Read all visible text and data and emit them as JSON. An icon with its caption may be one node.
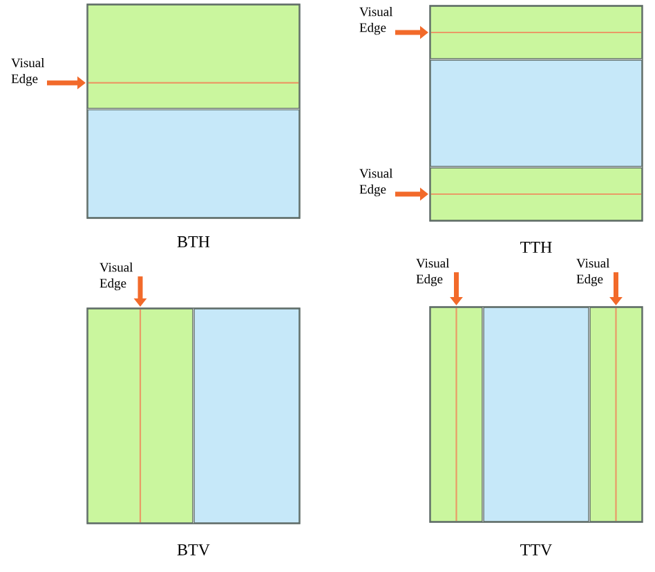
{
  "diagram": {
    "nodes": [
      {
        "text": [
          "Visual Edge"
        ]
      },
      {
        "text": [
          "BTH"
        ]
      },
      {
        "text": [],
        "shape": "box",
        "in": 1
      },
      {
        "text": [],
        "shape": "line",
        "in": 2
      },
      {
        "text": [],
        "shape": "box",
        "in": 1
      },
      {
        "text": [
          "Visual Edge"
        ]
      },
      {
        "text": [
          "Visual Edge"
        ]
      },
      {
        "text": [
          "TTH"
        ]
      },
      {
        "text": [],
        "shape": "box",
        "in": 7
      },
      {
        "text": [],
        "shape": "line",
        "in": 8
      },
      {
        "text": [],
        "shape": "box",
        "in": 7
      },
      {
        "text": [],
        "shape": "box",
        "in": 7
      },
      {
        "text": [],
        "shape": "line",
        "in": 11
      },
      {
        "text": [
          "Visual Edge"
        ]
      },
      {
        "text": [
          "BTV"
        ]
      },
      {
        "text": [],
        "shape": "box",
        "in": 14
      },
      {
        "text": [],
        "shape": "line",
        "in": 15
      },
      {
        "text": [],
        "shape": "box",
        "in": 14
      },
      {
        "text": [
          "Visual Edge"
        ]
      },
      {
        "text": [
          "Visual Edge"
        ]
      },
      {
        "text": [
          "TTV"
        ]
      },
      {
        "text": [],
        "shape": "box",
        "in": 20
      },
      {
        "text": [],
        "shape": "line",
        "in": 21
      },
      {
        "text": [],
        "shape": "box",
        "in": 20
      },
      {
        "text": [],
        "shape": "box",
        "in": 20
      },
      {
        "text": [],
        "shape": "line",
        "in": 24
      }
    ],
    "edges": [
      {
        "from": 0,
        "to": 3,
        "arrow": "to"
      },
      {
        "from": 5,
        "to": 9,
        "arrow": "to"
      },
      {
        "from": 6,
        "to": 12,
        "arrow": "to"
      },
      {
        "from": 13,
        "to": 16,
        "arrow": "to"
      },
      {
        "from": 18,
        "to": 22,
        "arrow": "to"
      },
      {
        "from": 19,
        "to": 25,
        "arrow": "to"
      }
    ]
  }
}
